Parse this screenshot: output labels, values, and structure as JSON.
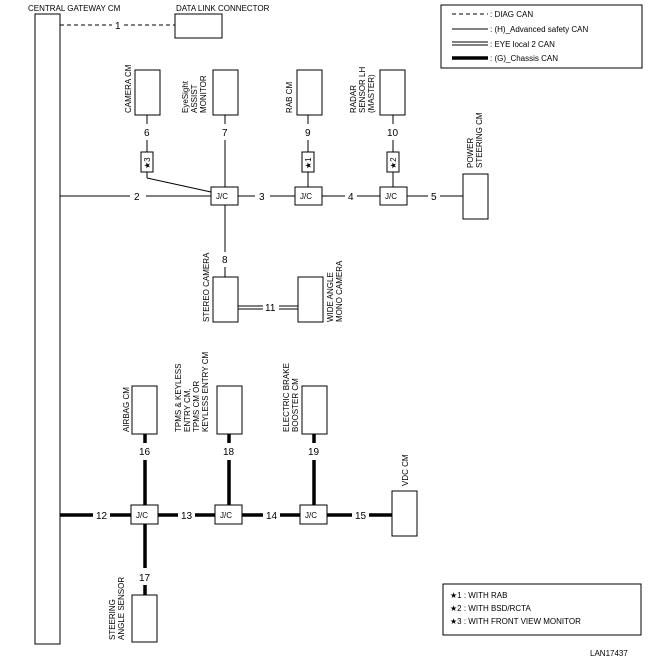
{
  "titles": {
    "central_gateway": "CENTRAL GATEWAY CM",
    "data_link": "DATA LINK CONNECTOR"
  },
  "legend": {
    "diag": ": DIAG CAN",
    "advanced": ": (H)_Advanced safety CAN",
    "eye": ": EYE local 2 CAN",
    "chassis": ": (G)_Chassis CAN"
  },
  "components": {
    "camera_cm": "CAMERA CM",
    "eyesight_1": "EyeSight",
    "eyesight_2": "ASSIST",
    "eyesight_3": "MONITOR",
    "rab_cm": "RAB CM",
    "radar_1": "RADAR",
    "radar_2": "SENSOR LH",
    "radar_3": "(MASTER)",
    "power_steering_1": "POWER",
    "power_steering_2": "STEERING CM",
    "stereo_camera": "STEREO CAMERA",
    "wide_angle_1": "WIDE ANGLE",
    "wide_angle_2": "MONO CAMERA",
    "airbag_cm": "AIRBAG CM",
    "tpms_1": "TPMS & KEYLESS",
    "tpms_2": "ENTRY CM,",
    "tpms_3": "TPMS CM OR",
    "tpms_4": "KEYLESS ENTRY CM",
    "brake_1": "ELECTRIC BRAKE",
    "brake_2": "BOOSTER CM",
    "vdc_cm": "VDC CM",
    "steering_angle_1": "STEERING",
    "steering_angle_2": "ANGLE SENSOR"
  },
  "jc_label": "J/C",
  "marks": {
    "m1": "★1",
    "m2": "★2",
    "m3": "★3"
  },
  "numbers": [
    "1",
    "2",
    "3",
    "4",
    "5",
    "6",
    "7",
    "8",
    "9",
    "10",
    "11",
    "12",
    "13",
    "14",
    "15",
    "16",
    "17",
    "18",
    "19"
  ],
  "notes": {
    "n1": "★1 : WITH RAB",
    "n2": "★2 : WITH BSD/RCTA",
    "n3": "★3 : WITH FRONT VIEW MONITOR"
  },
  "figure_code": "LAN17437"
}
